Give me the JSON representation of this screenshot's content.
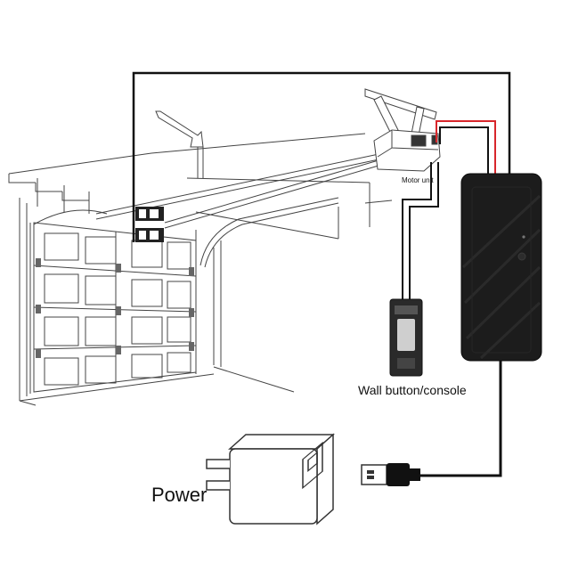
{
  "labels": {
    "motor_unit": "Motor unit",
    "wall_button": "Wall button/console",
    "power": "Power"
  },
  "colors": {
    "line": "#333333",
    "wire_black": "#111111",
    "wire_red": "#d8262b",
    "controller_body": "#1c1c1c",
    "console_body": "#2a2a2a"
  }
}
